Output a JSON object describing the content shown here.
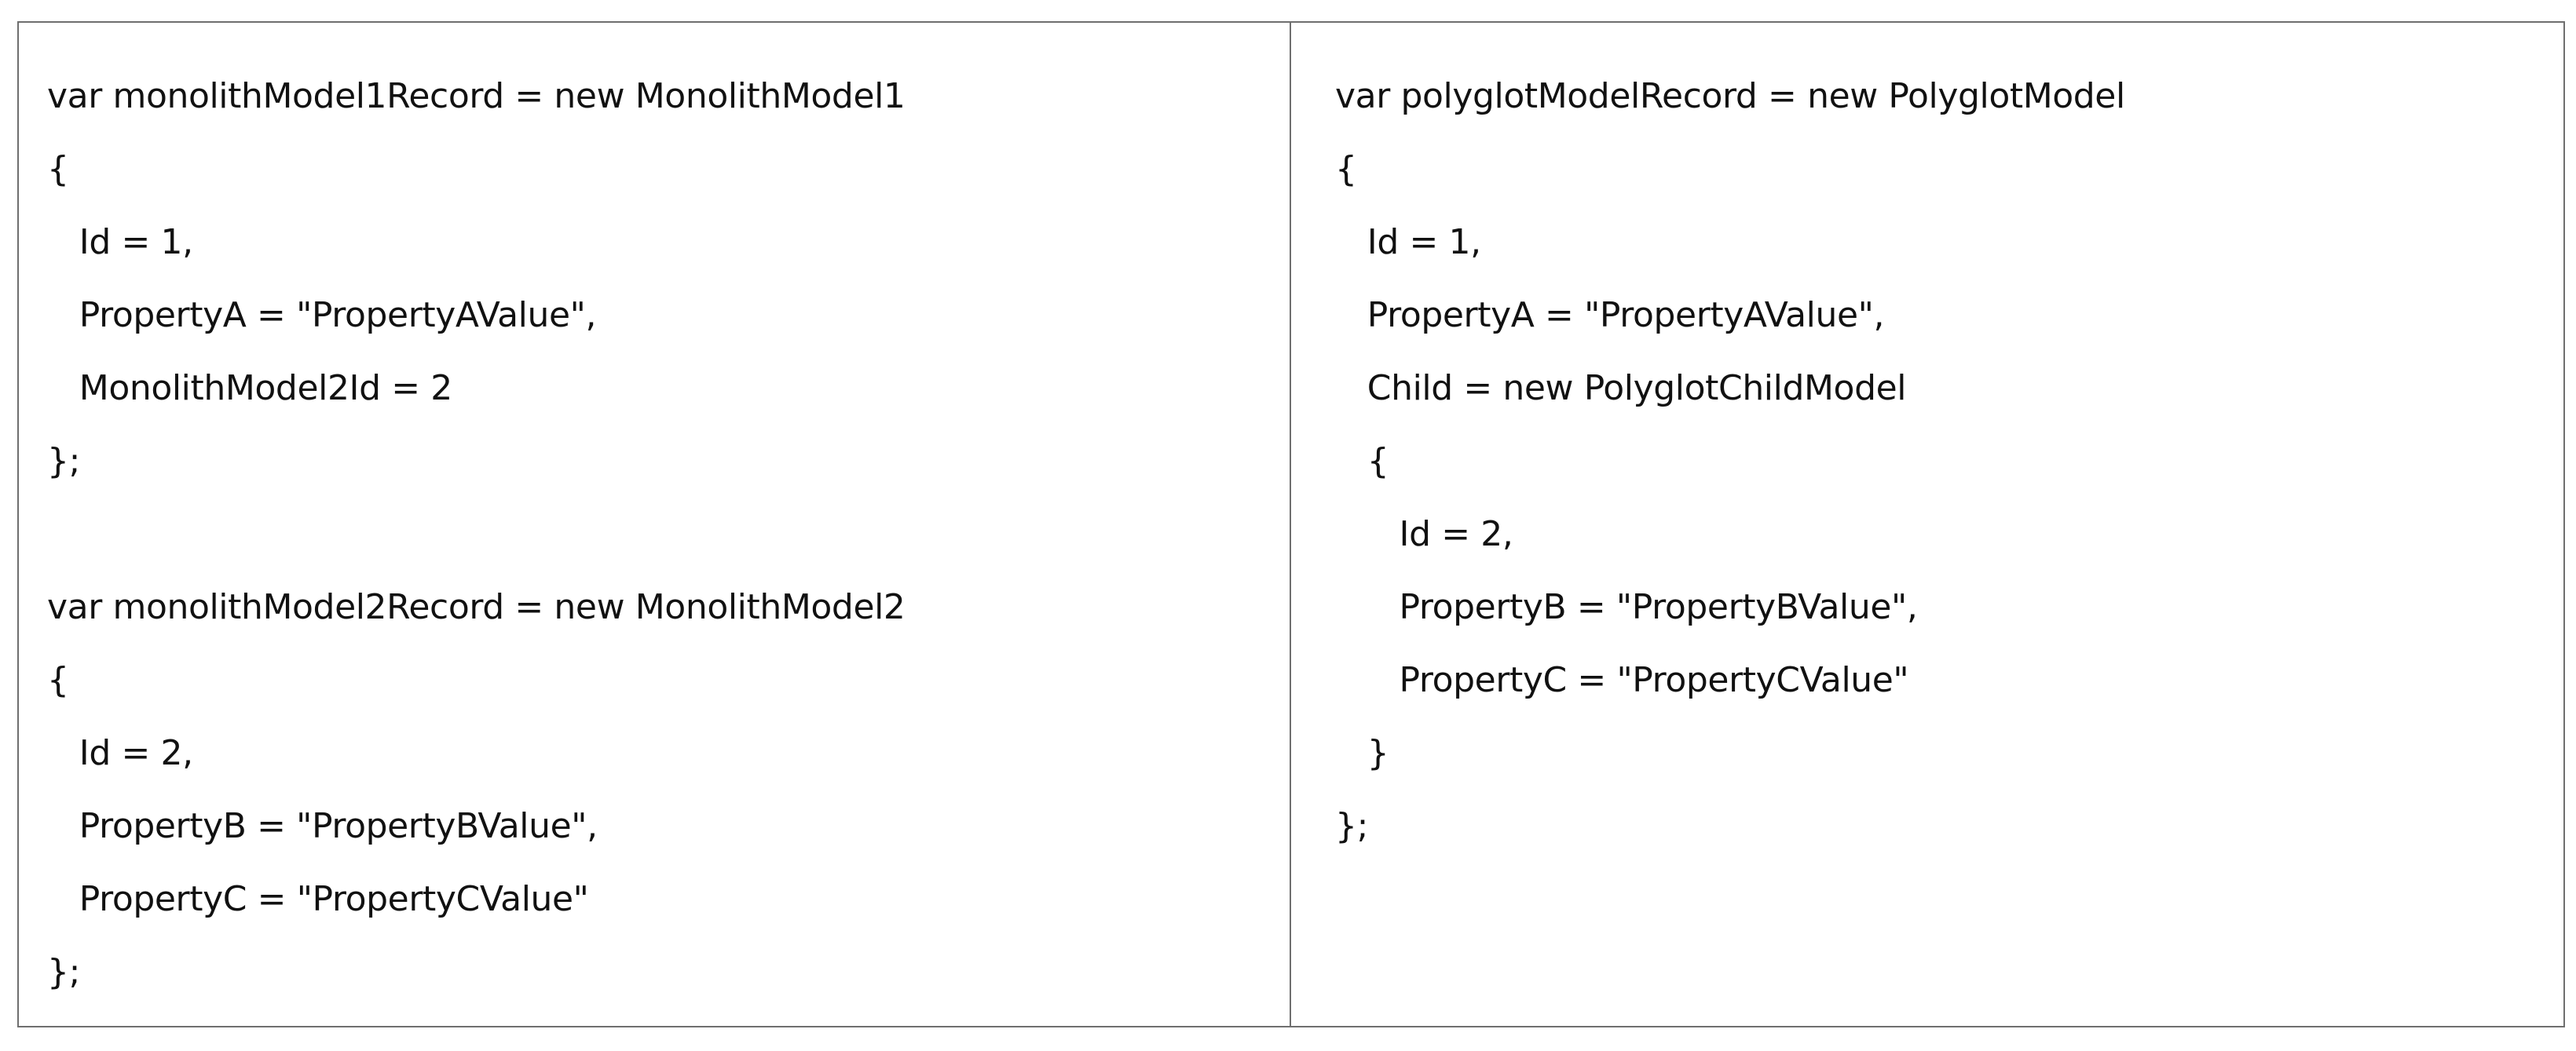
{
  "left_panel": {
    "lines": [
      "var monolithModel1Record = new MonolithModel1",
      "{",
      "   Id = 1,",
      "   PropertyA = \"PropertyAValue\",",
      "   MonolithModel2Id = 2",
      "};",
      "",
      "var monolithModel2Record = new MonolithModel2",
      "{",
      "   Id = 2,",
      "   PropertyB = \"PropertyBValue\",",
      "   PropertyC = \"PropertyCValue\"",
      "};"
    ]
  },
  "right_panel": {
    "lines": [
      "var polyglotModelRecord = new PolyglotModel",
      "{",
      "   Id = 1,",
      "   PropertyA = \"PropertyAValue\",",
      "   Child = new PolyglotChildModel",
      "   {",
      "      Id = 2,",
      "      PropertyB = \"PropertyBValue\",",
      "      PropertyC = \"PropertyCValue\"",
      "   }",
      "};"
    ]
  }
}
